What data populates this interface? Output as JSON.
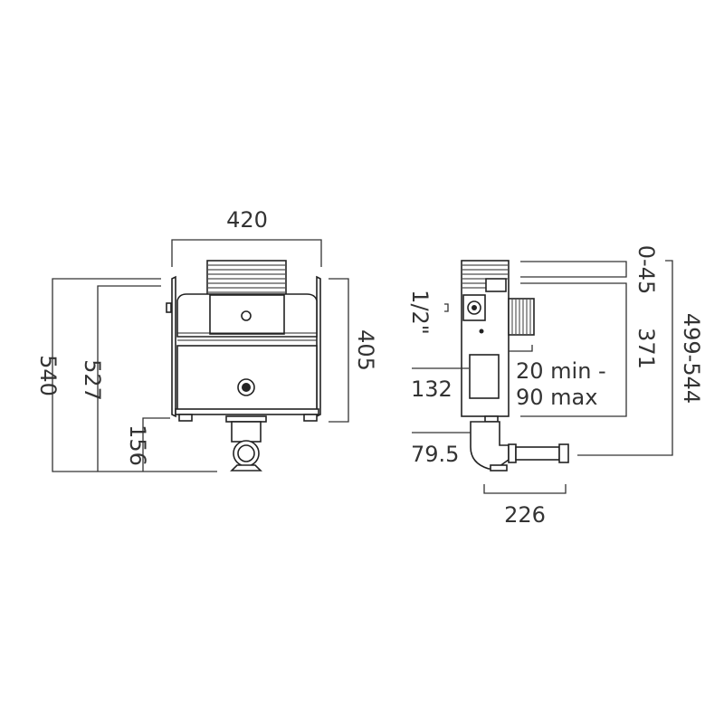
{
  "front_view": {
    "width_label": "420",
    "height_total_label": "540",
    "height_frame_label": "527",
    "outlet_height_label": "156",
    "tank_height_label": "405"
  },
  "side_view": {
    "adjust_label": "0-45",
    "body_height_label": "371",
    "overall_height_label": "499-544",
    "inlet_label": "1/2\"",
    "inlet_height_label": "132",
    "outlet_height_label": "79.5",
    "depth_line1": "20 min -",
    "depth_line2": "90 max",
    "pipe_length_label": "226"
  }
}
